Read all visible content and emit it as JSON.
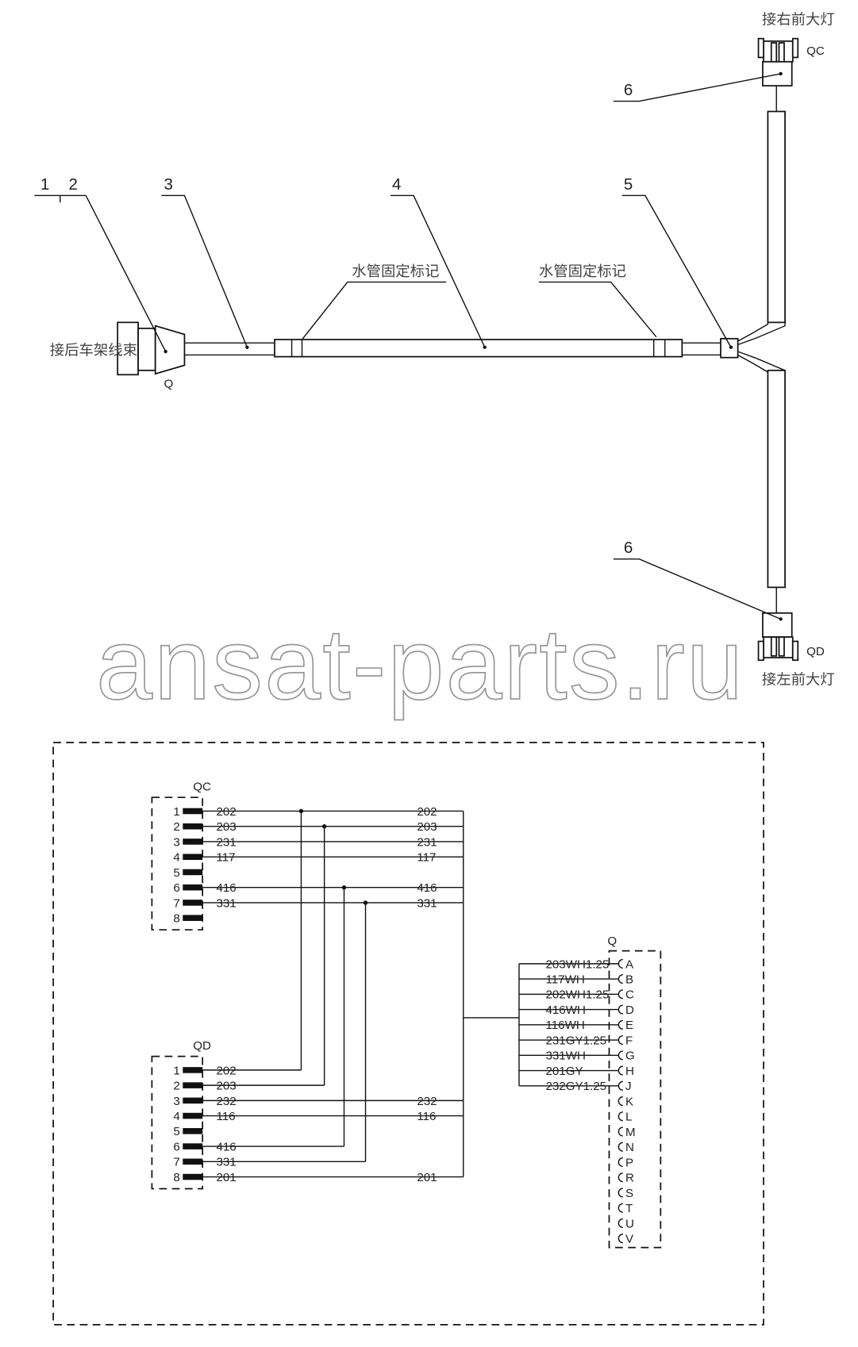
{
  "callouts": {
    "c1": "1",
    "c2": "2",
    "c3": "3",
    "c4": "4",
    "c5": "5",
    "c6a": "6",
    "c6b": "6"
  },
  "labels": {
    "rear_frame": "接后车架线束",
    "q": "Q",
    "water_mark_1": "水管固定标记",
    "water_mark_2": "水管固定标记",
    "right_headlamp": "接右前大灯",
    "left_headlamp": "接左前大灯",
    "qc": "QC",
    "qd": "QD"
  },
  "watermark": "ansat-parts.ru",
  "schematic": {
    "qc": {
      "title": "QC",
      "pins": [
        "1",
        "2",
        "3",
        "4",
        "5",
        "6",
        "7",
        "8"
      ],
      "wires": [
        {
          "pin": 1,
          "label": "202"
        },
        {
          "pin": 2,
          "label": "203"
        },
        {
          "pin": 3,
          "label": "231"
        },
        {
          "pin": 4,
          "label": "117"
        },
        {
          "pin": 6,
          "label": "416"
        },
        {
          "pin": 7,
          "label": "331"
        }
      ]
    },
    "qd": {
      "title": "QD",
      "pins": [
        "1",
        "2",
        "3",
        "4",
        "5",
        "6",
        "7",
        "8"
      ],
      "wires": [
        {
          "pin": 1,
          "label": "202",
          "right_label": ""
        },
        {
          "pin": 2,
          "label": "203",
          "right_label": ""
        },
        {
          "pin": 3,
          "label": "232",
          "right_label": "232"
        },
        {
          "pin": 4,
          "label": "116",
          "right_label": "116"
        },
        {
          "pin": 6,
          "label": "416",
          "right_label": ""
        },
        {
          "pin": 7,
          "label": "331",
          "right_label": ""
        },
        {
          "pin": 8,
          "label": "201",
          "right_label": "201"
        }
      ]
    },
    "q": {
      "title": "Q",
      "pins": [
        "A",
        "B",
        "C",
        "D",
        "E",
        "F",
        "G",
        "H",
        "J",
        "K",
        "L",
        "M",
        "N",
        "P",
        "R",
        "S",
        "T",
        "U",
        "V"
      ],
      "wires": [
        "203WH1.25",
        "117WH",
        "202WH1.25",
        "416WH",
        "116WH",
        "231GY1.25",
        "331WH",
        "201GY",
        "232GY1.25"
      ]
    }
  }
}
